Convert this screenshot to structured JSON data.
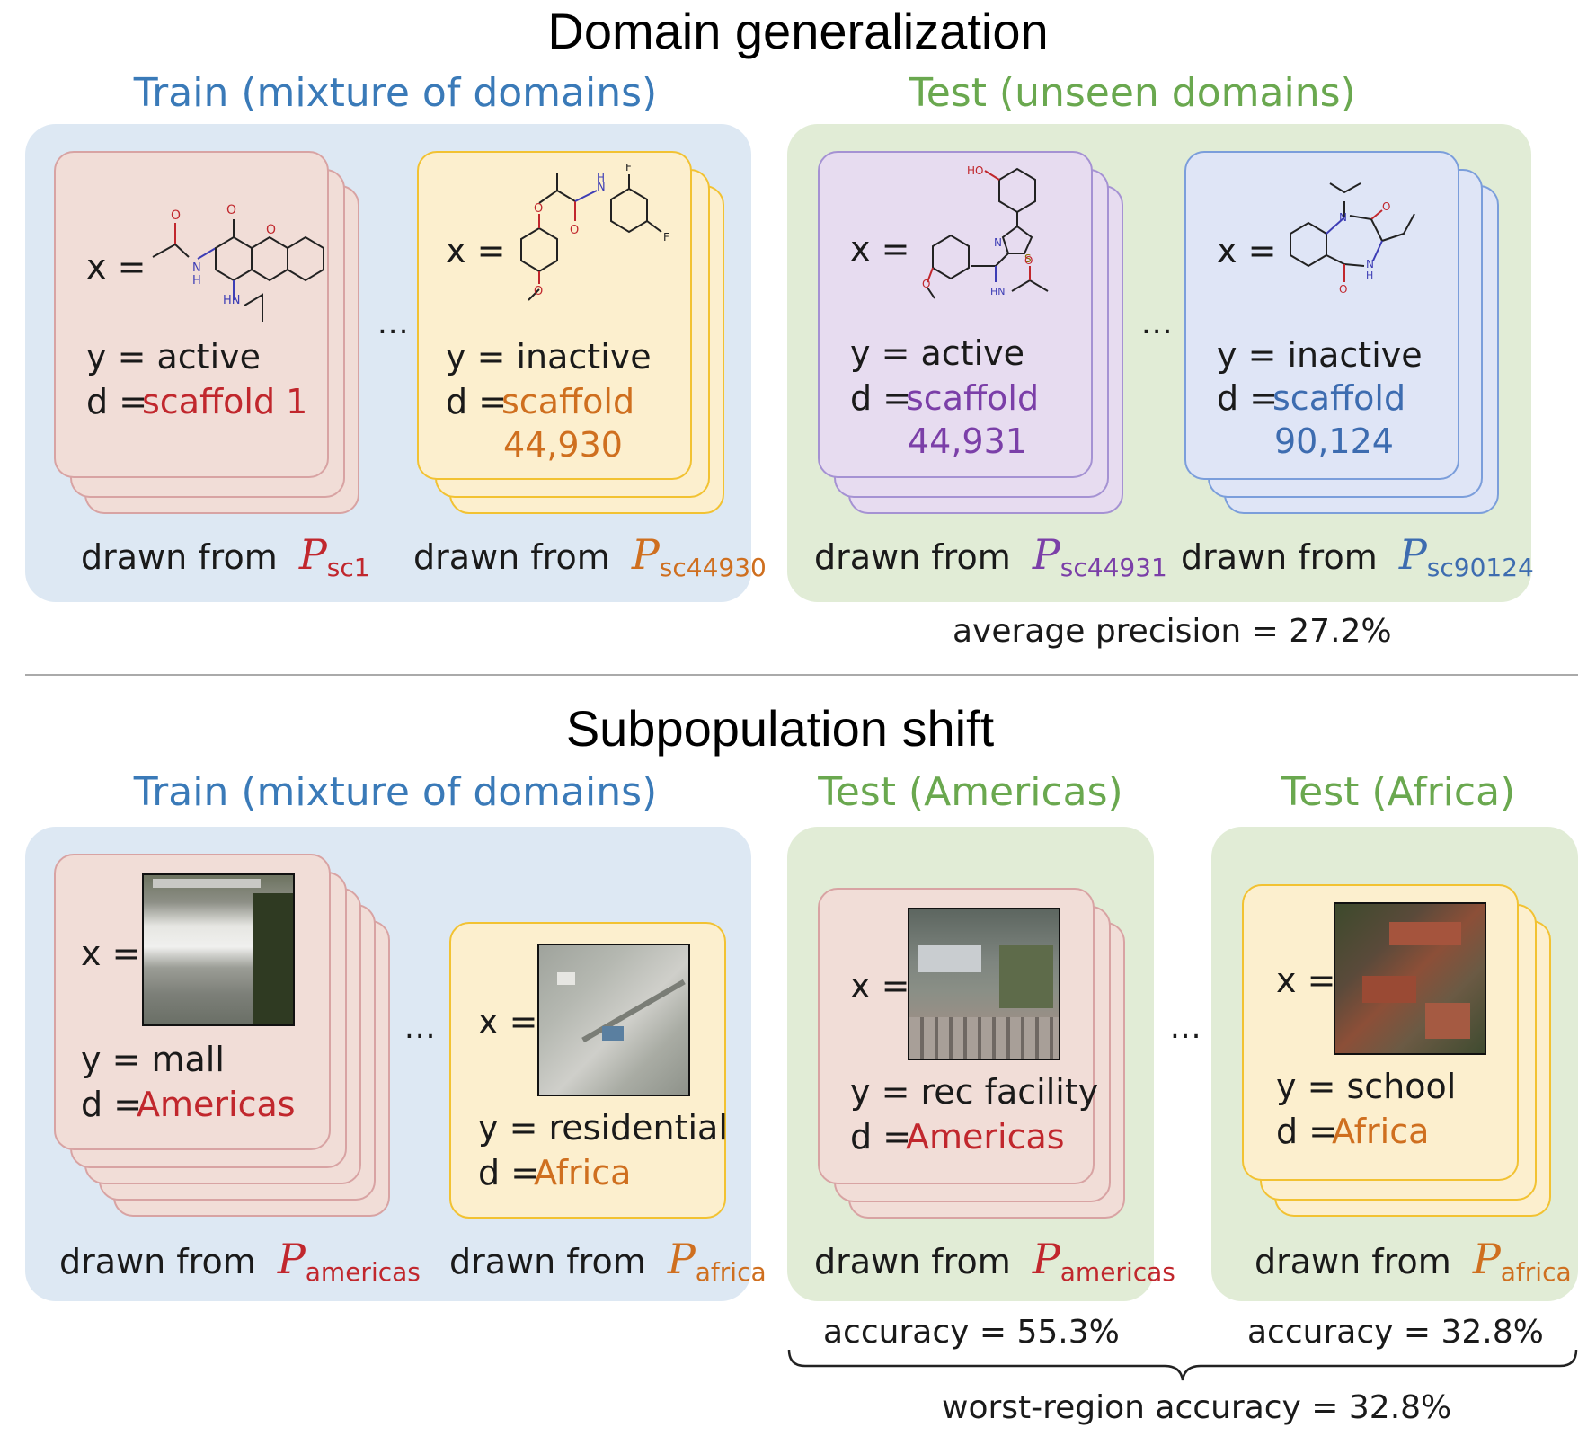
{
  "dg": {
    "title": "Domain generalization",
    "train_heading": "Train (mixture of domains)",
    "test_heading": "Test (unseen domains)",
    "cards": [
      {
        "x": "x =",
        "y": "y = active",
        "d_prefix": "d =",
        "d_value": "scaffold 1",
        "d_value2": "",
        "drawn": "drawn from",
        "P": "P",
        "sub": "sc1"
      },
      {
        "x": "x =",
        "y": "y = inactive",
        "d_prefix": "d =",
        "d_value": "scaffold",
        "d_value2": "44,930",
        "drawn": "drawn from",
        "P": "P",
        "sub": "sc44930"
      },
      {
        "x": "x =",
        "y": "y = active",
        "d_prefix": "d =",
        "d_value": "scaffold",
        "d_value2": "44,931",
        "drawn": "drawn from",
        "P": "P",
        "sub": "sc44931"
      },
      {
        "x": "x =",
        "y": "y = inactive",
        "d_prefix": "d =",
        "d_value": "scaffold",
        "d_value2": "90,124",
        "drawn": "drawn from",
        "P": "P",
        "sub": "sc90124"
      }
    ],
    "ellipsis": "...",
    "metric": "average precision = 27.2%",
    "molecule_labels": {
      "m1": [
        "O",
        "O",
        "O",
        "N",
        "H",
        "HN"
      ],
      "m2": [
        "O",
        "O",
        "N",
        "H",
        "F",
        "F",
        "O"
      ],
      "m3": [
        "HO",
        "N",
        "S",
        "O",
        "HN",
        "O"
      ],
      "m4": [
        "N",
        "O",
        "N",
        "H",
        "O"
      ]
    }
  },
  "sp": {
    "title": "Subpopulation shift",
    "train_heading": "Train (mixture of domains)",
    "test_americas_heading": "Test (Americas)",
    "test_africa_heading": "Test (Africa)",
    "cards": [
      {
        "x": "x =",
        "y": "y = mall",
        "d_prefix": "d =",
        "d_value": "Americas",
        "drawn": "drawn from",
        "P": "P",
        "sub": "americas"
      },
      {
        "x": "x =",
        "y": "y = residential",
        "d_prefix": "d =",
        "d_value": "Africa",
        "drawn": "drawn from",
        "P": "P",
        "sub": "africa"
      },
      {
        "x": "x =",
        "y": "y = rec facility",
        "d_prefix": "d =",
        "d_value": "Americas",
        "drawn": "drawn from",
        "P": "P",
        "sub": "americas"
      },
      {
        "x": "x =",
        "y": "y = school",
        "d_prefix": "d =",
        "d_value": "Africa",
        "drawn": "drawn from",
        "P": "P",
        "sub": "africa"
      }
    ],
    "ellipsis": "...",
    "metric_americas": "accuracy = 55.3%",
    "metric_africa": "accuracy = 32.8%",
    "worst": "worst-region accuracy = 32.8%"
  },
  "colors": {
    "train_panel": "#dde8f3",
    "test_panel": "#e1ecd6",
    "train_heading": "#3a7ab8",
    "test_heading": "#6aa84f",
    "red": "#c1272d",
    "orange": "#cf6f1f",
    "purple": "#7b3fa8",
    "blue": "#3d6cb0"
  }
}
